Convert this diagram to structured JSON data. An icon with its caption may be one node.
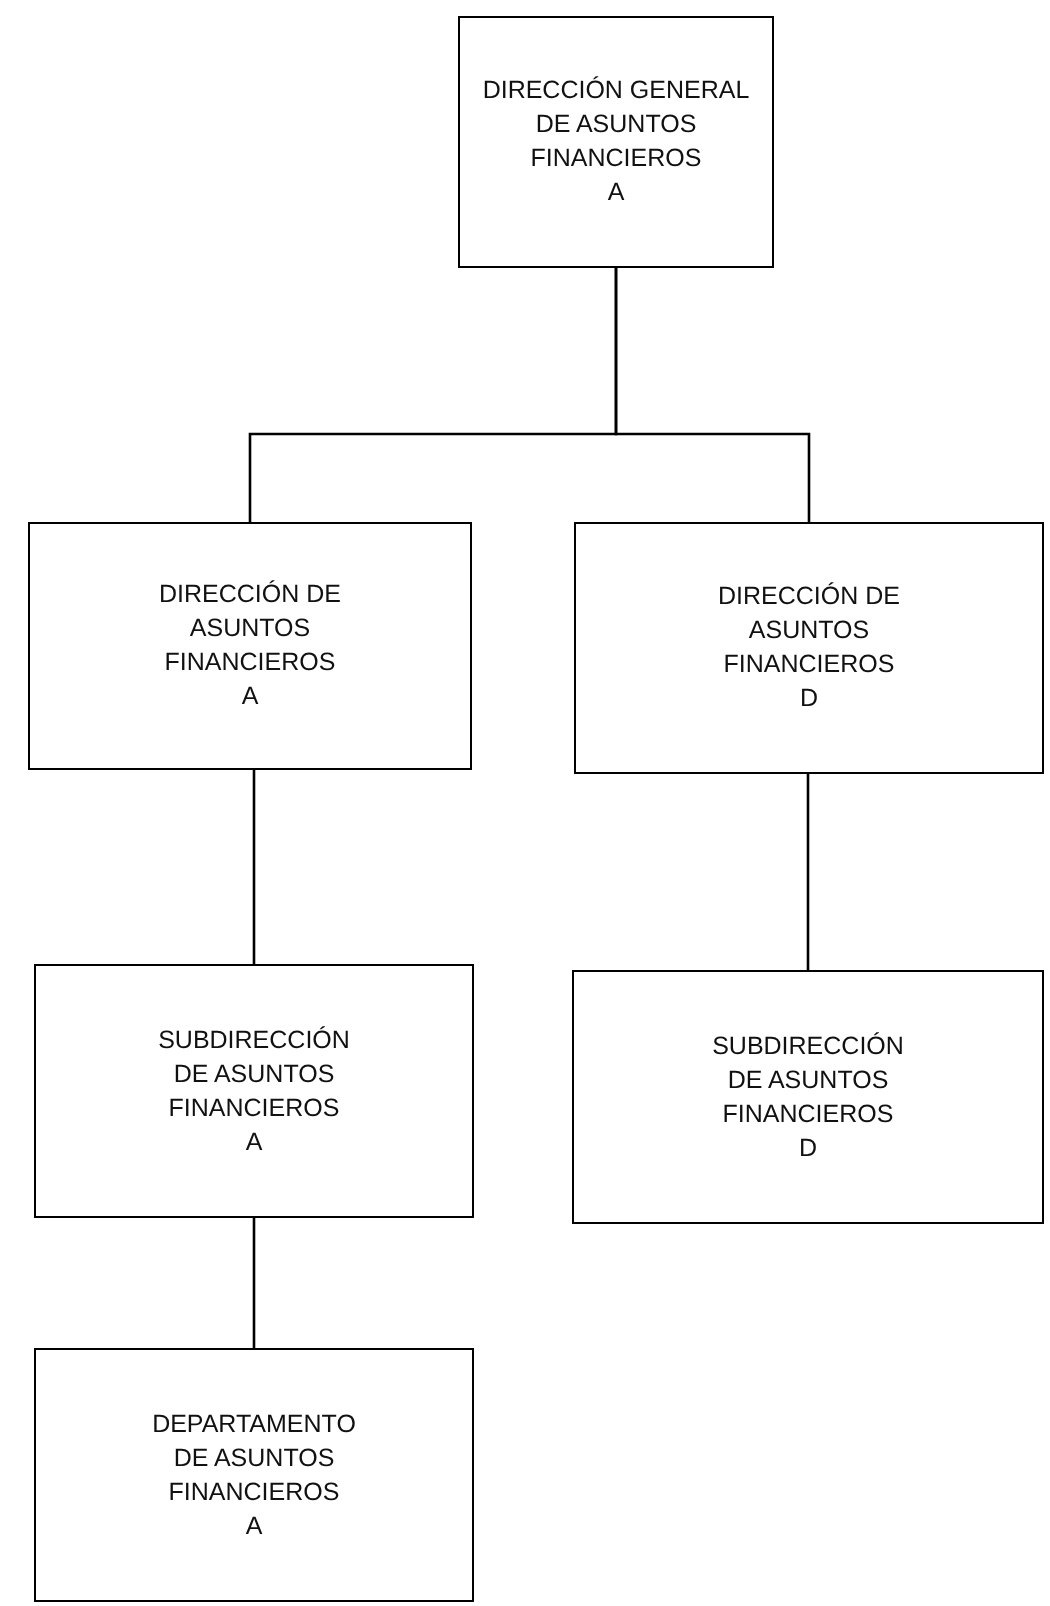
{
  "diagram": {
    "nodes": [
      {
        "text": [
          "DIRECCIÓN GENERAL DE ASUNTOS FINANCIEROS",
          "A"
        ]
      },
      {
        "text": [
          "DIRECCIÓN DE ASUNTOS FINANCIEROS",
          "A"
        ]
      },
      {
        "text": [
          "DIRECCIÓN DE ASUNTOS FINANCIEROS",
          "D"
        ]
      },
      {
        "text": [
          "SUBDIRECCIÓN DE ASUNTOS FINANCIEROS",
          "A"
        ]
      },
      {
        "text": [
          "SUBDIRECCIÓN DE ASUNTOS FINANCIEROS",
          "D"
        ]
      },
      {
        "text": [
          "DEPARTAMENTO DE ASUNTOS FINANCIEROS",
          "A"
        ]
      }
    ],
    "edges": [
      {
        "from": 0,
        "to": 1,
        "arrow": "none"
      },
      {
        "from": 0,
        "to": 2,
        "arrow": "none"
      },
      {
        "from": 1,
        "to": 3,
        "arrow": "none"
      },
      {
        "from": 2,
        "to": 4,
        "arrow": "none"
      },
      {
        "from": 3,
        "to": 5,
        "arrow": "none"
      }
    ]
  }
}
